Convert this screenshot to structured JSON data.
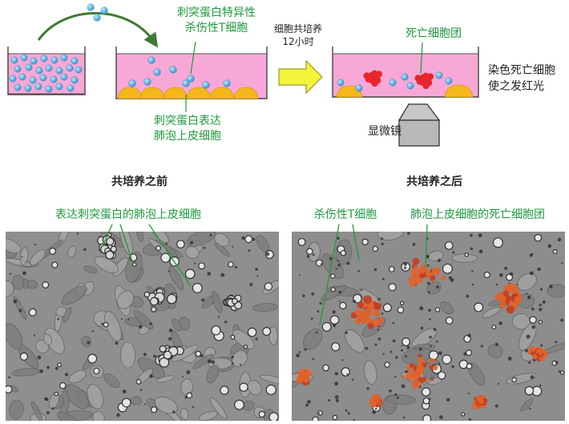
{
  "labels": {
    "tcell_top_1": "刺突蛋白特异性",
    "tcell_top_2": "杀伤性T细胞",
    "coculture_1": "细胞共培养",
    "coculture_2": "12小时",
    "epithelial_1": "刺突蛋白表达",
    "epithelial_2": "肺泡上皮细胞",
    "dead_cluster": "死亡细胞团",
    "stain_1": "染色死亡细胞",
    "stain_2": "使之发红光",
    "microscope": "显微镜",
    "before_title": "共培养之前",
    "after_title": "共培养之后",
    "before_cells": "表达刺突蛋白的肺泡上皮细胞",
    "after_tcell": "杀伤性T细胞",
    "after_dead": "肺泡上皮细胞的死亡细胞团"
  },
  "colors": {
    "annotation": "#1f9a3c",
    "medium": "#f7a8d6",
    "tcell": "#3aa6e0",
    "epithelial": "#f5b81c",
    "dead": "#e8252d",
    "arrow_fill": "#f4f43a",
    "arrow_stroke": "#999933",
    "microscope": "#b8b8b8",
    "curve_arrow": "#3f7a32"
  }
}
